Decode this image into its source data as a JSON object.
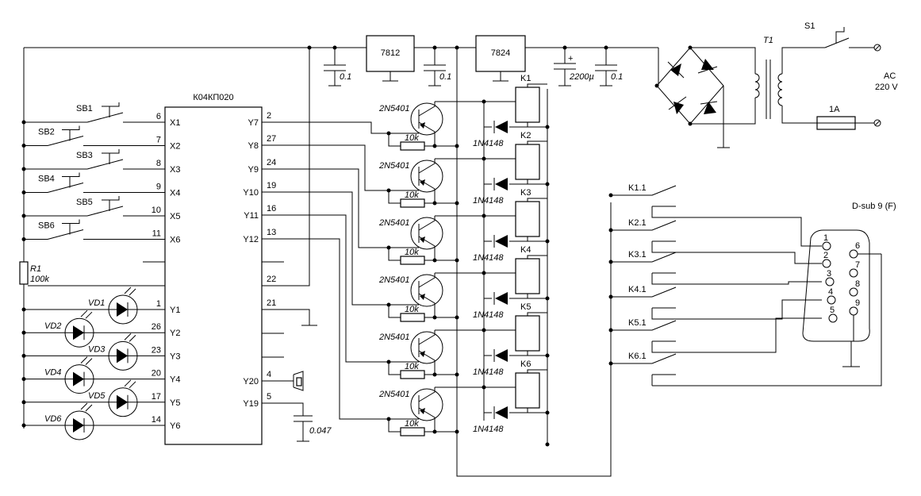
{
  "ic": {
    "name": "К04КП020",
    "left_pins": [
      {
        "num": "6",
        "label": "X1"
      },
      {
        "num": "7",
        "label": "X2"
      },
      {
        "num": "8",
        "label": "X3"
      },
      {
        "num": "9",
        "label": "X4"
      },
      {
        "num": "10",
        "label": "X5"
      },
      {
        "num": "11",
        "label": "X6"
      },
      {
        "num": "1",
        "label": "Y1"
      },
      {
        "num": "26",
        "label": "Y2"
      },
      {
        "num": "23",
        "label": "Y3"
      },
      {
        "num": "20",
        "label": "Y4"
      },
      {
        "num": "17",
        "label": "Y5"
      },
      {
        "num": "14",
        "label": "Y6"
      }
    ],
    "right_pins": [
      {
        "num": "2",
        "label": "Y7"
      },
      {
        "num": "27",
        "label": "Y8"
      },
      {
        "num": "24",
        "label": "Y9"
      },
      {
        "num": "19",
        "label": "Y10"
      },
      {
        "num": "16",
        "label": "Y11"
      },
      {
        "num": "13",
        "label": "Y12"
      },
      {
        "num": "22",
        "label": ""
      },
      {
        "num": "21",
        "label": ""
      },
      {
        "num": "4",
        "label": "Y20"
      },
      {
        "num": "5",
        "label": "Y19"
      }
    ]
  },
  "buttons": [
    "SB1",
    "SB2",
    "SB3",
    "SB4",
    "SB5",
    "SB6"
  ],
  "leds": [
    "VD1",
    "VD2",
    "VD3",
    "VD4",
    "VD5",
    "VD6"
  ],
  "resistor_r1": {
    "ref": "R1",
    "value": "100k"
  },
  "regulators": [
    "7812",
    "7824"
  ],
  "capacitors": {
    "c_7812_in": "0.1",
    "c_7812_out": "0.1",
    "c_7824_big": "2200µ",
    "c_7824_small": "0.1",
    "c_buzzer": "0.047"
  },
  "transistor_type": "2N5401",
  "base_resistor": "10k",
  "diode_type": "1N4148",
  "relays": [
    "K1",
    "K2",
    "K3",
    "K4",
    "K5",
    "K6"
  ],
  "contacts": [
    "K1.1",
    "K2.1",
    "K3.1",
    "K4.1",
    "K5.1",
    "K6.1"
  ],
  "dsub": {
    "label": "D-sub 9 (F)",
    "pins": [
      "1",
      "2",
      "3",
      "4",
      "5",
      "6",
      "7",
      "8",
      "9"
    ]
  },
  "power": {
    "transformer": "T1",
    "switch": "S1",
    "fuse": "1A",
    "ac_label": "AC",
    "voltage": "220 V",
    "plus": "+"
  }
}
